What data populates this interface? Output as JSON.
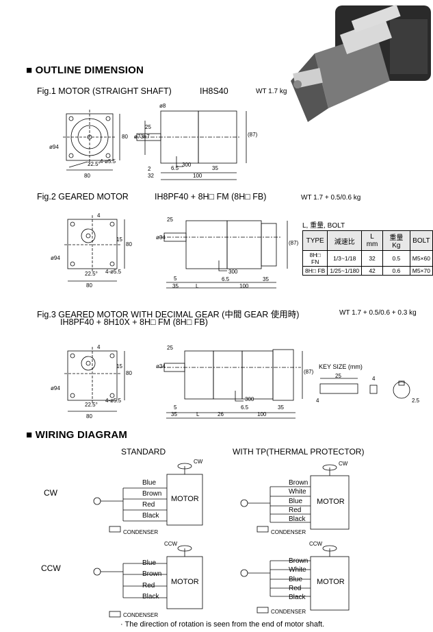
{
  "outline": {
    "title": "OUTLINE DIMENSION",
    "fig1": {
      "label": "Fig.1 MOTOR (STRAIGHT SHAFT)",
      "model": "IH8S40",
      "weight": "WT 1.7 kg"
    },
    "fig2": {
      "label": "Fig.2 GEARED MOTOR",
      "model": "IH8PF40 + 8H□ FM (8H□ FB)",
      "weight": "WT 1.7 + 0.5/0.6 kg"
    },
    "fig3": {
      "label_a": "Fig.3 GEARED MOTOR WITH DECIMAL GEAR (中間 GEAR 使用時)",
      "label_b": "IH8PF40 + 8H10X + 8H□ FM (8H□ FB)",
      "weight": "WT 1.7 + 0.5/0.6 + 0.3 kg"
    }
  },
  "dims": {
    "d94": "ø94",
    "d80": "80",
    "d87": "(87)",
    "d100": "100",
    "d35": "35",
    "d32": "32",
    "d65": "6.5",
    "d25": "25",
    "d2": "2",
    "d300": "300",
    "d5": "5",
    "dL": "L",
    "d26": "26",
    "d15": "15",
    "d4": "4",
    "d4h": "4-ø5.5",
    "d225": "22.5°",
    "d73": "ø73h7",
    "d34": "ø34",
    "d8": "ø8"
  },
  "spec_table": {
    "caption": "L, 重量, BOLT",
    "headers": [
      "TYPE",
      "減速比",
      "L mm",
      "重量 Kg",
      "BOLT"
    ],
    "rows": [
      [
        "8H□ FN",
        "1/3~1/18",
        "32",
        "0.5",
        "M5×60"
      ],
      [
        "8H□ FB",
        "1/25~1/180",
        "42",
        "0.6",
        "M5×70"
      ]
    ]
  },
  "key_size": {
    "title": "KEY SIZE (mm)",
    "len": "25",
    "w": "4",
    "h": "4",
    "dia": "2.5"
  },
  "wiring": {
    "title": "WIRING DIAGRAM",
    "standard": "STANDARD",
    "with_tp": "WITH TP(THERMAL PROTECTOR)",
    "cw": "CW",
    "ccw": "CCW",
    "motor": "MOTOR",
    "condenser": "CONDENSER",
    "std_wires": [
      "Blue",
      "Brown",
      "Red",
      "Black"
    ],
    "tp_wires": [
      "Brown",
      "White",
      "Blue",
      "Red",
      "Black"
    ],
    "note": "· The direction of rotation is seen from the end of motor shaft."
  }
}
